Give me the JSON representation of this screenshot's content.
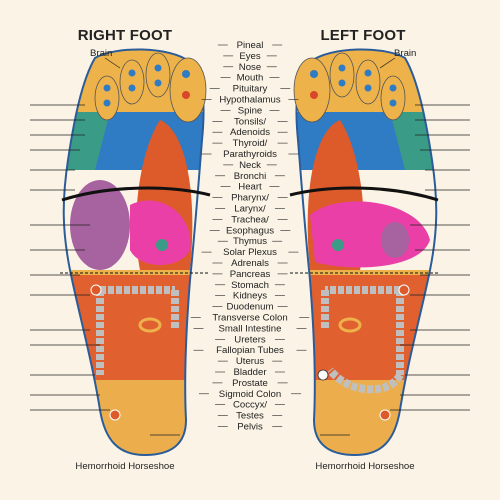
{
  "headers": {
    "right_foot": "RIGHT FOOT",
    "left_foot": "LEFT FOOT"
  },
  "brain_label": "Brain",
  "footer": {
    "left": "Hemorrhoid Horseshoe",
    "right": "Hemorrhoid Horseshoe"
  },
  "organs": [
    "Pineal",
    "Eyes",
    "Nose",
    "Mouth",
    "Pituitary",
    "Hypothalamus",
    "Spine",
    "Tonsils/",
    "Adenoids",
    "Thyroid/",
    "Parathyroids",
    "Neck",
    "Bronchi",
    "Heart",
    "Pharynx/",
    "Larynx/",
    "Trachea/",
    "Esophagus",
    "Thymus",
    "Solar Plexus",
    "Adrenals",
    "Pancreas",
    "Stomach",
    "Kidneys",
    "Duodenum",
    "Transverse Colon",
    "Small Intestine",
    "Ureters",
    "Fallopian Tubes",
    "Uterus",
    "Bladder",
    "Prostate",
    "Sigmoid Colon",
    "Coccyx/",
    "Testes",
    "Pelvis"
  ],
  "colors": {
    "background": "#fbf4e6",
    "toes": "#eeb24a",
    "head_zone": "#2f7bc4",
    "shoulder_zone": "#3a9b86",
    "upper_organs": "#dd5a2a",
    "heart": "#a762a0",
    "stomach": "#ea3fa6",
    "intestine": "#e06030",
    "colon": "#bfbfbf",
    "heel": "#ecae4c"
  }
}
